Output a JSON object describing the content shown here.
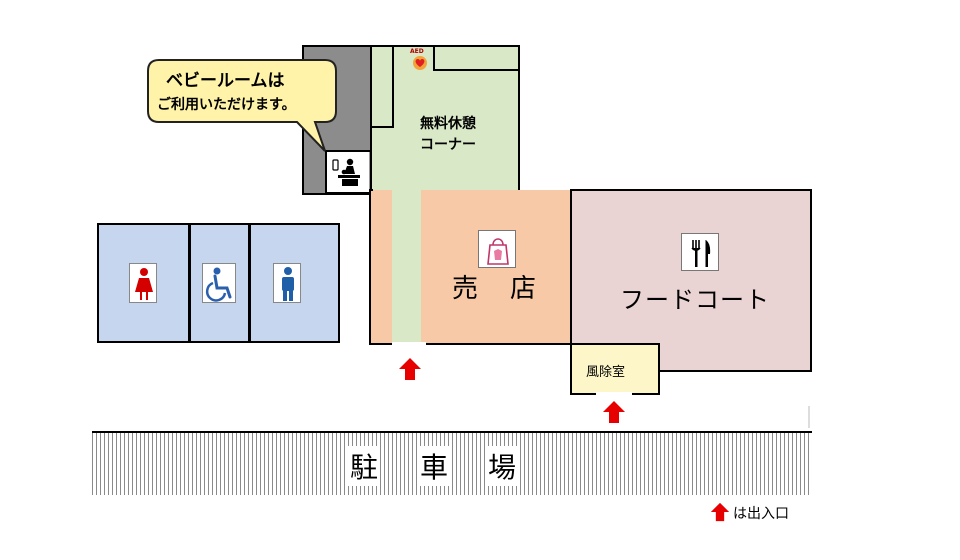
{
  "floor_plan": {
    "baby_room_note": {
      "line1": "ベビールームは",
      "line2": "ご利用いただけます。"
    },
    "aed_label": "AED",
    "rest_area": {
      "line1": "無料休憩",
      "line2": "コーナー"
    },
    "shop": {
      "label_char1": "売",
      "label_char2": "店"
    },
    "food_court": {
      "label": "フードコート"
    },
    "windbreak": {
      "label": "風除室"
    },
    "parking": {
      "label_char1": "駐",
      "label_char2": "車",
      "label_char3": "場"
    },
    "legend": {
      "text": "は出入口"
    },
    "icons": {
      "women": "women-restroom-icon",
      "accessible": "accessible-restroom-icon",
      "men": "men-restroom-icon",
      "baby": "baby-changing-icon",
      "shopping": "shopping-bag-icon",
      "food": "fork-knife-icon",
      "entrance": "entrance-arrow-icon"
    },
    "colors": {
      "restroom_blue": "#c5d6ee",
      "rest_green": "#d9e8c7",
      "shop_orange": "#f7c9a6",
      "food_pink": "#ead3d3",
      "gray_wall": "#8c8c8c",
      "callout_yellow": "#fef3a8",
      "entrance_red": "#e60000",
      "women_red": "#d40000",
      "men_blue": "#1f5fa8",
      "accessible_blue": "#2a5fae",
      "baby_room_pink": "#ecd5ee"
    }
  }
}
